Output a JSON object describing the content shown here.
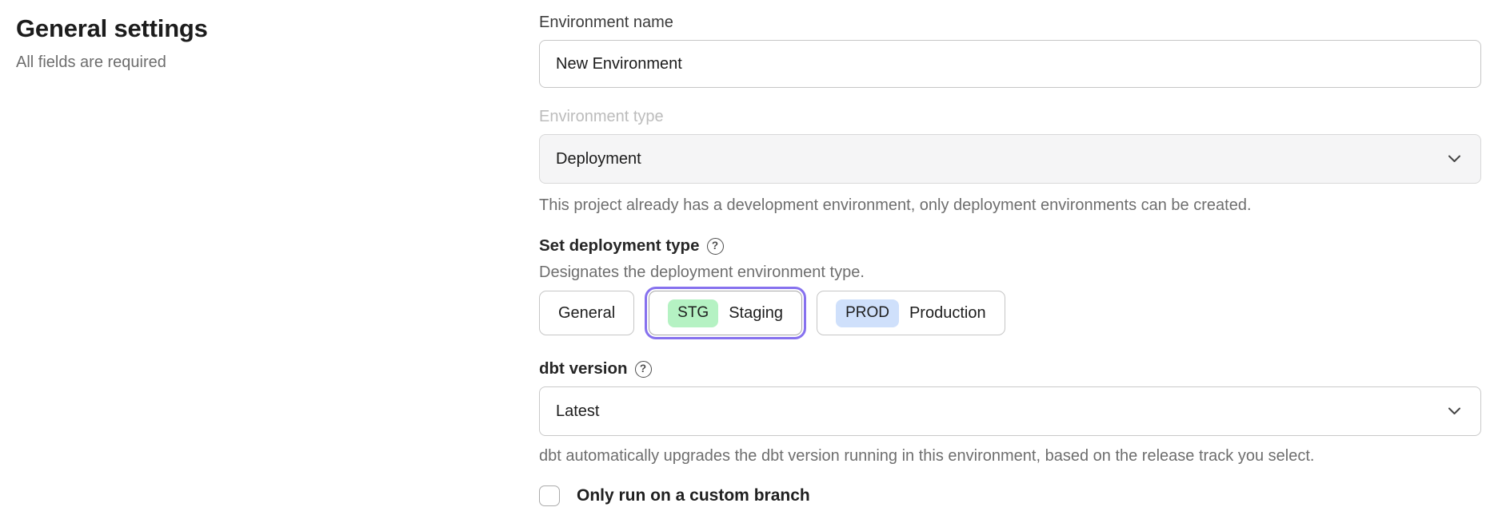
{
  "page": {
    "title": "General settings",
    "subtitle": "All fields are required"
  },
  "form": {
    "environment_name": {
      "label": "Environment name",
      "value": "New Environment"
    },
    "environment_type": {
      "label": "Environment type",
      "value": "Deployment",
      "helper": "This project already has a development environment, only deployment environments can be created."
    },
    "deployment_type": {
      "label": "Set deployment type",
      "help_icon": "?",
      "description": "Designates the deployment environment type.",
      "options": [
        {
          "label": "General",
          "badge": "",
          "selected": false
        },
        {
          "label": "Staging",
          "badge": "STG",
          "selected": true
        },
        {
          "label": "Production",
          "badge": "PROD",
          "selected": false
        }
      ]
    },
    "dbt_version": {
      "label": "dbt version",
      "help_icon": "?",
      "value": "Latest",
      "helper": "dbt automatically upgrades the dbt version running in this environment, based on the release track you select."
    },
    "custom_branch": {
      "label": "Only run on a custom branch",
      "checked": false
    }
  },
  "colors": {
    "selected_ring": "#8671ee",
    "staging_badge_bg": "#b5f2c3",
    "production_badge_bg": "#cfe0fb",
    "disabled_field_bg": "#f5f5f6"
  }
}
